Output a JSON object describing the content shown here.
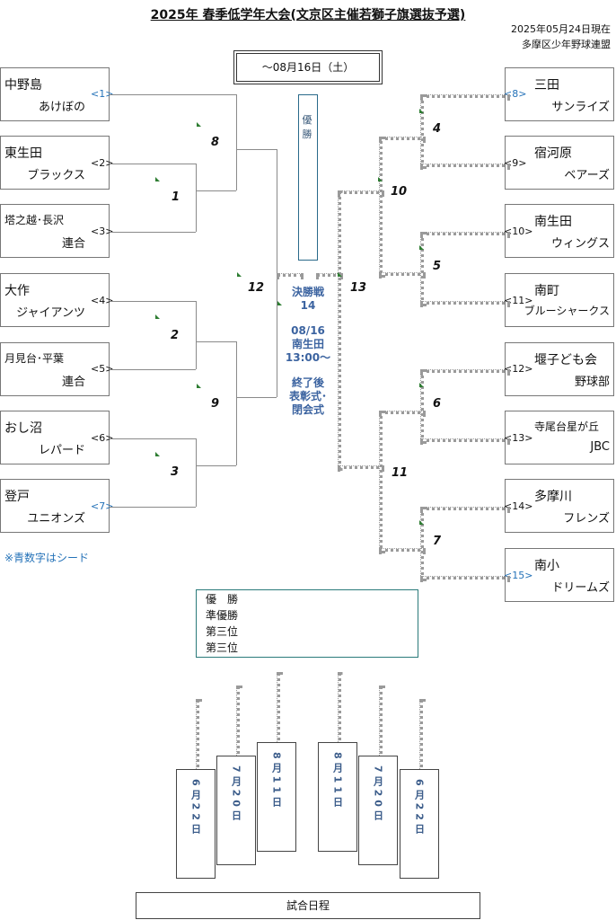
{
  "header": {
    "title": "2025年 春季低学年大会(文京区主催若獅子旗選抜予選)",
    "as_of": "2025年05月24日現在",
    "organizer": "多摩区少年野球連盟",
    "date_label": "～08月16日（土）"
  },
  "teams_left": [
    {
      "line1": "中野島",
      "line2": "あけぼの",
      "seed": "<1>",
      "seeded": true
    },
    {
      "line1": "東生田",
      "line2": "ブラックス",
      "seed": "<2>",
      "seeded": false
    },
    {
      "line1": "塔之越･長沢",
      "line2": "連合",
      "seed": "<3>",
      "seeded": false
    },
    {
      "line1": "大作",
      "line2": "ジャイアンツ",
      "seed": "<4>",
      "seeded": false
    },
    {
      "line1": "月見台･平葉",
      "line2": "連合",
      "seed": "<5>",
      "seeded": false
    },
    {
      "line1": "おし沼",
      "line2": "レパード",
      "seed": "<6>",
      "seeded": false
    },
    {
      "line1": "登戸",
      "line2": "ユニオンズ",
      "seed": "<7>",
      "seeded": true
    }
  ],
  "teams_right": [
    {
      "line1": "三田",
      "line2": "サンライズ",
      "seed": "<8>",
      "seeded": true
    },
    {
      "line1": "宿河原",
      "line2": "ベアーズ",
      "seed": "<9>",
      "seeded": false
    },
    {
      "line1": "南生田",
      "line2": "ウィングス",
      "seed": "<10>",
      "seeded": false
    },
    {
      "line1": "南町",
      "line2": "ブルーシャークス",
      "seed": "<11>",
      "seeded": false
    },
    {
      "line1": "堰子ども会",
      "line2": "野球部",
      "seed": "<12>",
      "seeded": false
    },
    {
      "line1": "寺尾台星が丘",
      "line2": "JBC",
      "seed": "<13>",
      "seeded": false
    },
    {
      "line1": "多摩川",
      "line2": "フレンズ",
      "seed": "<14>",
      "seeded": false
    },
    {
      "line1": "南小",
      "line2": "ドリームズ",
      "seed": "<15>",
      "seeded": true
    }
  ],
  "games": {
    "g1": "1",
    "g2": "2",
    "g3": "3",
    "g4": "4",
    "g5": "5",
    "g6": "6",
    "g7": "7",
    "g8": "8",
    "g9": "9",
    "g10": "10",
    "g11": "11",
    "g12": "12",
    "g13": "13"
  },
  "champion_label": "優勝",
  "final": {
    "title": "決勝戦",
    "game_no": "14",
    "date": "08/16",
    "venue": "南生田",
    "time": "13:00～",
    "after1": "終了後",
    "after2": "表彰式･",
    "after3": "閉会式"
  },
  "note": "※青数字はシード",
  "results": {
    "winner": "優　勝",
    "runner_up": "準優勝",
    "third1": "第三位",
    "third2": "第三位"
  },
  "schedule": {
    "label": "試合日程",
    "dates": [
      "6月22日",
      "7月20日",
      "8月11日",
      "8月11日",
      "7月20日",
      "6月22日"
    ]
  },
  "colors": {
    "seed_blue": "#2472b8",
    "final_blue": "#3b63a0",
    "flag_green": "#2e7d32"
  }
}
